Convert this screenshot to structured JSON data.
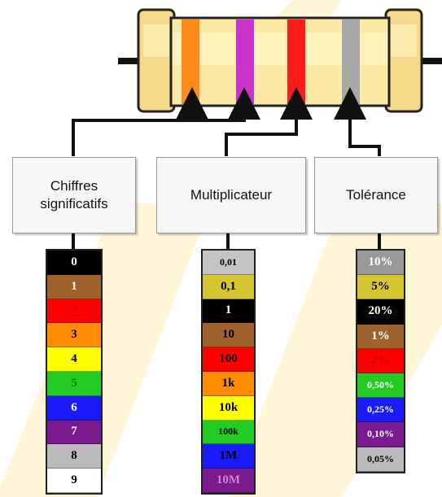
{
  "colors": {
    "bg_light": "#fff4cc",
    "resistor_body": "#fde9a6",
    "resistor_end": "#f6d98a",
    "lead": "#111111",
    "connector": "#111111"
  },
  "icons": {
    "arrow": "arrow-up-icon"
  },
  "resistor": {
    "bands": [
      {
        "name": "first-digit",
        "color": "#ff8c1a"
      },
      {
        "name": "second-digit",
        "color": "#cc33cc"
      },
      {
        "name": "multiplier",
        "color": "#ff1a1a"
      },
      {
        "name": "tolerance",
        "color": "#a8a8a8"
      }
    ]
  },
  "boxes": {
    "chiffres_line1": "Chiffres",
    "chiffres_line2": "significatifs",
    "multiplicateur": "Multiplicateur",
    "tolerance": "Tolérance"
  },
  "chiffres": [
    {
      "label": "0",
      "bg": "#000000",
      "fg": "#ffffff"
    },
    {
      "label": "1",
      "bg": "#a0622d",
      "fg": "#ffffff"
    },
    {
      "label": "2",
      "bg": "#ff0000",
      "fg": "#cc0000"
    },
    {
      "label": "3",
      "bg": "#ff8c00",
      "fg": "#000000"
    },
    {
      "label": "4",
      "bg": "#ffff00",
      "fg": "#000000"
    },
    {
      "label": "5",
      "bg": "#22cc22",
      "fg": "#008800"
    },
    {
      "label": "6",
      "bg": "#1a1aff",
      "fg": "#ffffff"
    },
    {
      "label": "7",
      "bg": "#7a1a8c",
      "fg": "#ffffff"
    },
    {
      "label": "8",
      "bg": "#bbbbbb",
      "fg": "#000000"
    },
    {
      "label": "9",
      "bg": "#ffffff",
      "fg": "#000000"
    }
  ],
  "multiplicateur": [
    {
      "label": "0,01",
      "bg": "#c4c4c4",
      "fg": "#000000"
    },
    {
      "label": "0,1",
      "bg": "#d6c530",
      "fg": "#000000"
    },
    {
      "label": "1",
      "bg": "#000000",
      "fg": "#ffffff"
    },
    {
      "label": "10",
      "bg": "#a0622d",
      "fg": "#000000"
    },
    {
      "label": "100",
      "bg": "#ff0000",
      "fg": "#000000"
    },
    {
      "label": "1k",
      "bg": "#ff8c00",
      "fg": "#000000"
    },
    {
      "label": "10k",
      "bg": "#ffff00",
      "fg": "#000000"
    },
    {
      "label": "100k",
      "bg": "#22cc22",
      "fg": "#000000"
    },
    {
      "label": "1M",
      "bg": "#1a1aff",
      "fg": "#000000"
    },
    {
      "label": "10M",
      "bg": "#7a1a8c",
      "fg": "#cc88cc"
    }
  ],
  "tolerance": [
    {
      "label": "10%",
      "bg": "#999999",
      "fg": "#ffffff"
    },
    {
      "label": "5%",
      "bg": "#d6c530",
      "fg": "#000000"
    },
    {
      "label": "20%",
      "bg": "#000000",
      "fg": "#ffffff"
    },
    {
      "label": "1%",
      "bg": "#a0622d",
      "fg": "#ffffff"
    },
    {
      "label": "2%",
      "bg": "#ff0000",
      "fg": "#cc0000"
    },
    {
      "label": "0,50%",
      "bg": "#22cc22",
      "fg": "#ffffff"
    },
    {
      "label": "0,25%",
      "bg": "#1a1aff",
      "fg": "#ffffff"
    },
    {
      "label": "0,10%",
      "bg": "#7a1a8c",
      "fg": "#ffffff"
    },
    {
      "label": "0,05%",
      "bg": "#bbbbbb",
      "fg": "#000000"
    }
  ]
}
